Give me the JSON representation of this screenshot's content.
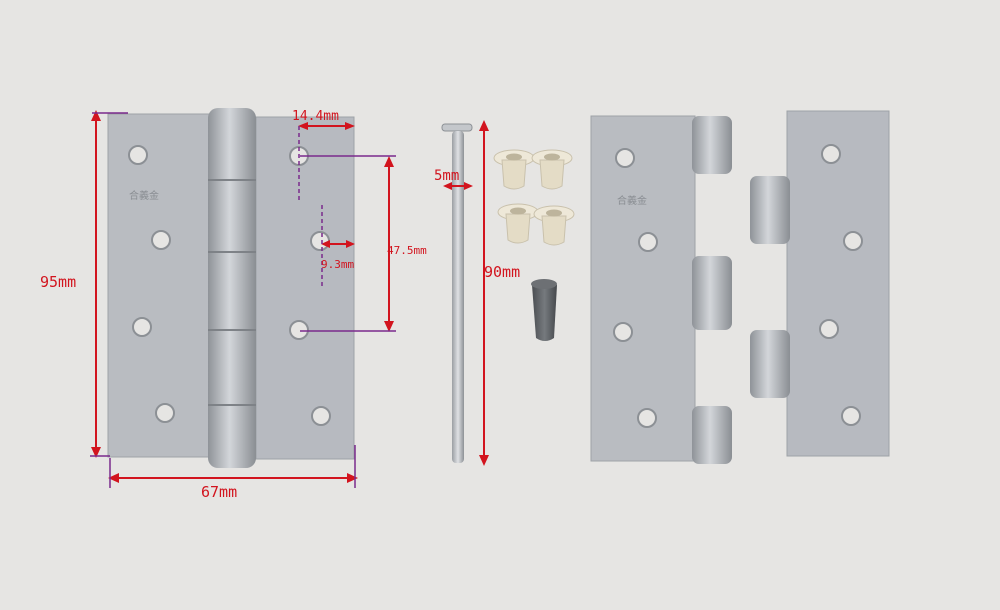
{
  "colors": {
    "background": "#e6e5e3",
    "metal": "#b9bcc1",
    "metal_dark": "#8f9398",
    "dimension_red": "#d2141e",
    "guide_purple": "#7a2a8c",
    "bushing_white": "#e9e2cf",
    "stopper_gray": "#5c5f63"
  },
  "dimensions": {
    "height": "95mm",
    "width": "67mm",
    "hole_offset": "14.4mm",
    "hole_spacing": "47.5mm",
    "hole_inset": "9.3mm",
    "pin_diameter": "5mm",
    "pin_length": "90mm"
  },
  "stamp_text": "合義金"
}
